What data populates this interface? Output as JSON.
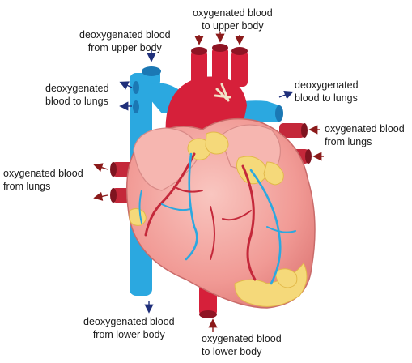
{
  "labels": {
    "top_center": [
      "oxygenated blood",
      "to upper body"
    ],
    "top_left": [
      "deoxygenated blood",
      "from upper body"
    ],
    "mid_left_upper": [
      "deoxygenated",
      "blood to lungs"
    ],
    "mid_right_upper": [
      "deoxygenated",
      "blood to lungs"
    ],
    "right_lungs": [
      "oxygenated blood",
      "from lungs"
    ],
    "left_lungs": [
      "oxygenated blood",
      "from lungs"
    ],
    "bottom_left": [
      "deoxygenated blood",
      "from lower body"
    ],
    "bottom_center": [
      "oxygenated blood",
      "to lower body"
    ]
  },
  "colors": {
    "oxygenated_arrow": "#8b1a1a",
    "deoxygenated_arrow": "#1f2f7a",
    "artery_red": "#d6203a",
    "vein_blue": "#2ba8e0",
    "heart_muscle": "#f4a7a2",
    "fat": "#f5d97a"
  }
}
